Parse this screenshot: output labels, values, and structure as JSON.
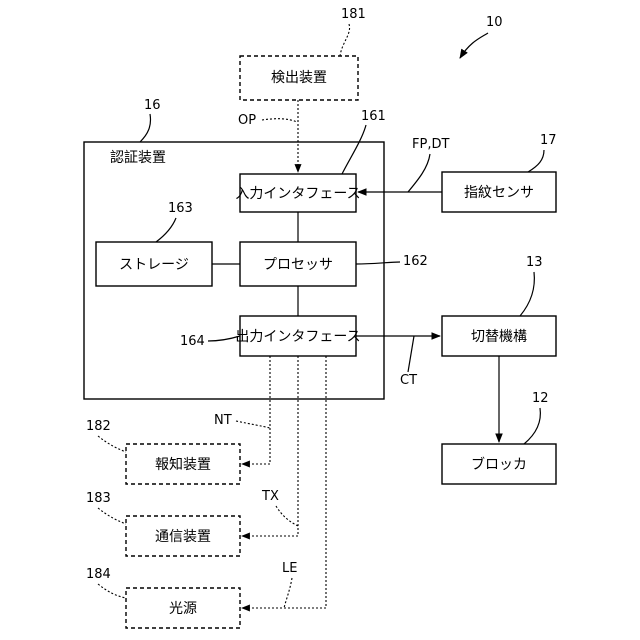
{
  "system_label": "10",
  "auth_device": {
    "ref": "16",
    "title": "認証装置"
  },
  "boxes": {
    "detector": {
      "ref": "181",
      "label": "検出装置"
    },
    "input_if": {
      "ref": "161",
      "label": "入力インタフェース"
    },
    "processor": {
      "ref": "162",
      "label": "プロセッサ"
    },
    "storage": {
      "ref": "163",
      "label": "ストレージ"
    },
    "output_if": {
      "ref": "164",
      "label": "出力インタフェース"
    },
    "fingerprint_sensor": {
      "ref": "17",
      "label": "指紋センサ"
    },
    "switch_mechanism": {
      "ref": "13",
      "label": "切替機構"
    },
    "blocker": {
      "ref": "12",
      "label": "ブロッカ"
    },
    "notification_device": {
      "ref": "182",
      "label": "報知装置"
    },
    "communication_device": {
      "ref": "183",
      "label": "通信装置"
    },
    "light_source": {
      "ref": "184",
      "label": "光源"
    }
  },
  "signals": {
    "op": "OP",
    "fp_dt": "FP,DT",
    "ct": "CT",
    "nt": "NT",
    "tx": "TX",
    "le": "LE"
  }
}
